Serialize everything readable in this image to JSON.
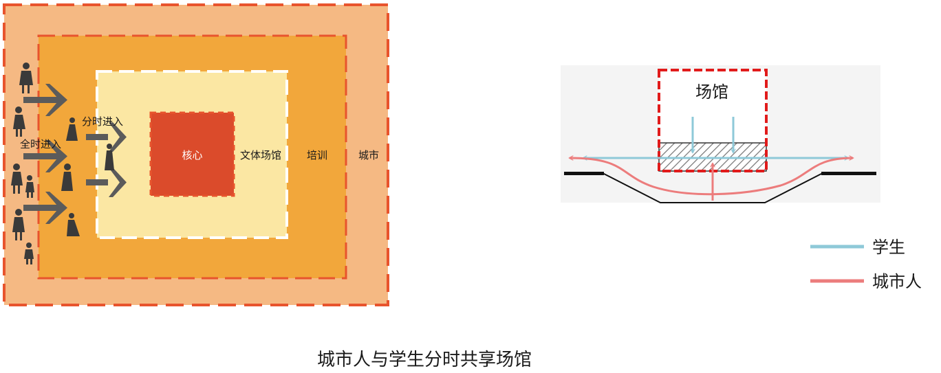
{
  "zones": {
    "city": "城市",
    "training": "培训",
    "culture_sports": "文体场馆",
    "core": "核心"
  },
  "entries": {
    "full_time": "全时进入",
    "timed": "分时进入"
  },
  "section": {
    "venue": "场馆"
  },
  "legend": {
    "students": "学生",
    "city_people": "城市人"
  },
  "caption": "城市人与学生分时共享场馆",
  "colors": {
    "city_zone": "#f5b983",
    "training_zone": "#f2a73b",
    "culture_zone": "#fbe7a3",
    "core_zone": "#db4b2b",
    "dash_orange": "#e8542d",
    "arrow": "#5b5b5b",
    "student_line": "#8ec9d8",
    "city_line": "#ec7c7c",
    "venue_border": "#e11b1b"
  }
}
